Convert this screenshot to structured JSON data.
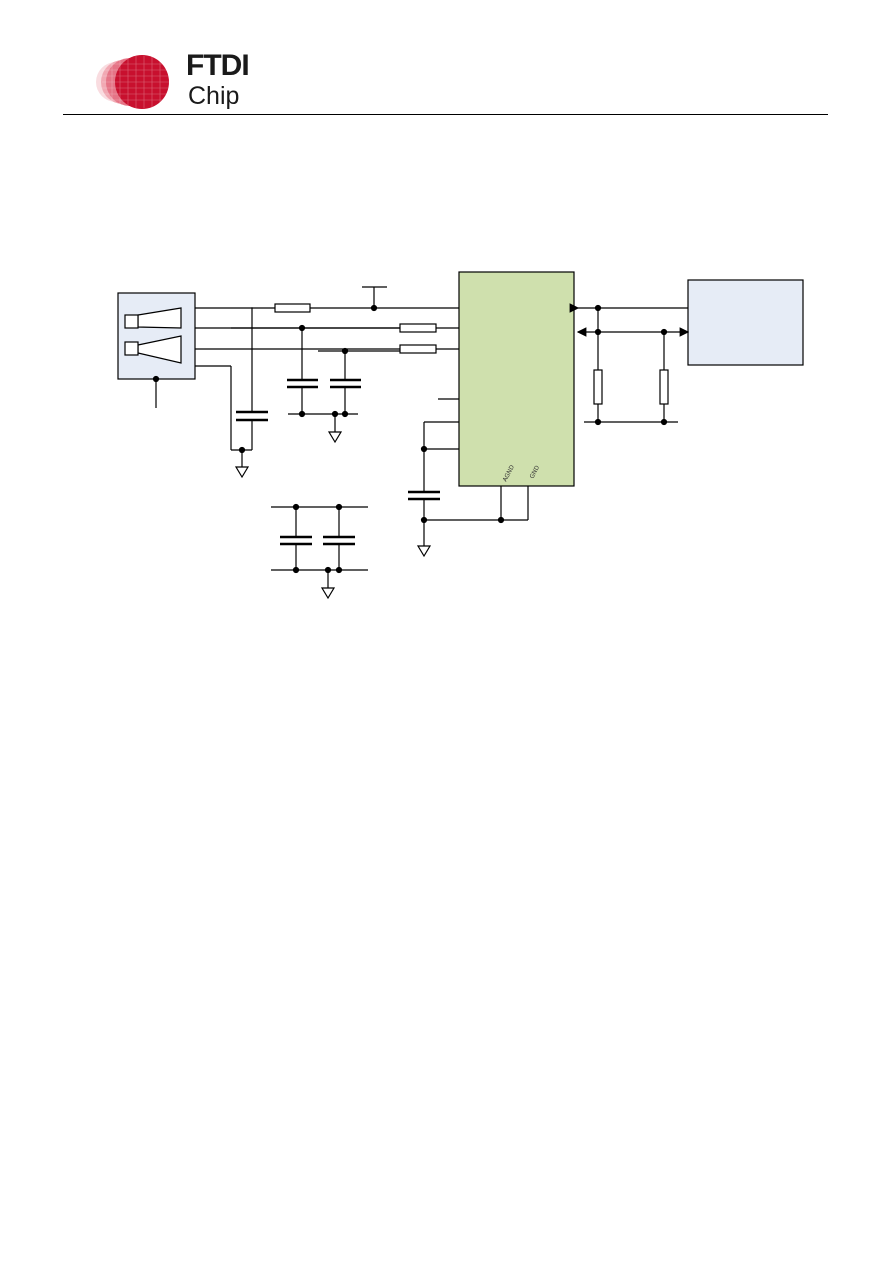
{
  "header": {
    "logo_word_1": "FTDI",
    "logo_word_2": "Chip"
  },
  "schematic": {
    "ic_pin_labels": [
      "AGND",
      "GND"
    ],
    "colors": {
      "ic_fill": "#cfe0ad",
      "connector_fill": "#e6ecf6",
      "mcu_fill": "#e6ecf6",
      "logo_red": "#c8102e",
      "wire": "#000000"
    }
  }
}
